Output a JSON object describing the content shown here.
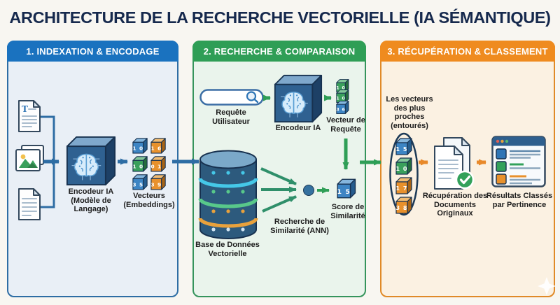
{
  "title": "ARCHITECTURE DE LA RECHERCHE VECTORIELLE (IA SÉMANTIQUE)",
  "colors": {
    "panel1_header": "#1a72bf",
    "panel2_header": "#2f9e56",
    "panel3_header": "#ef8b1f",
    "arrow_blue": "#2e6da4",
    "arrow_green": "#2f9e56",
    "arrow_orange": "#e8892a"
  },
  "panels": {
    "indexation": {
      "header": "1. INDEXATION & ENCODAGE",
      "encoder_label": "Encodeur IA (Modèle de Langage)",
      "vectors_label": "Vecteurs (Embeddings)",
      "vector_cubes": [
        {
          "c": "blue",
          "d": "1 0"
        },
        {
          "c": "orange",
          "d": "1 6"
        },
        {
          "c": "green",
          "d": "1 0"
        },
        {
          "c": "orange",
          "d": "0 1"
        },
        {
          "c": "blue",
          "d": "3 5"
        },
        {
          "c": "orange",
          "d": "3 9"
        }
      ]
    },
    "recherche": {
      "header": "2. RECHERCHE & COMPARAISON",
      "query_label": "Requête Utilisateur",
      "encoder_label": "Encodeur IA",
      "query_vector_label": "Vecteur de Requête",
      "query_vector_cubes": [
        {
          "c": "green",
          "d": "1 0"
        },
        {
          "c": "green",
          "d": "1 0"
        },
        {
          "c": "blue",
          "d": "3 6"
        }
      ],
      "db_label": "Base de Données Vectorielle",
      "ann_label": "Recherche de Similarité (ANN)",
      "score_label": "Score de Similarité",
      "score_cubes": [
        {
          "c": "blue",
          "d": "1 5"
        }
      ]
    },
    "recuperation": {
      "header": "3. RÉCUPÉRATION & CLASSEMENT",
      "neighbors_label": "Les vecteurs des plus proches (entourés)",
      "neighbor_cubes": [
        {
          "c": "blue",
          "d": "1 5"
        },
        {
          "c": "green",
          "d": "1 0"
        },
        {
          "c": "orange",
          "d": "1 7"
        },
        {
          "c": "orange",
          "d": "3 8"
        }
      ],
      "docs_label": "Récupération des Documents Originaux",
      "results_label": "Résultats Classés par Pertinence"
    }
  }
}
